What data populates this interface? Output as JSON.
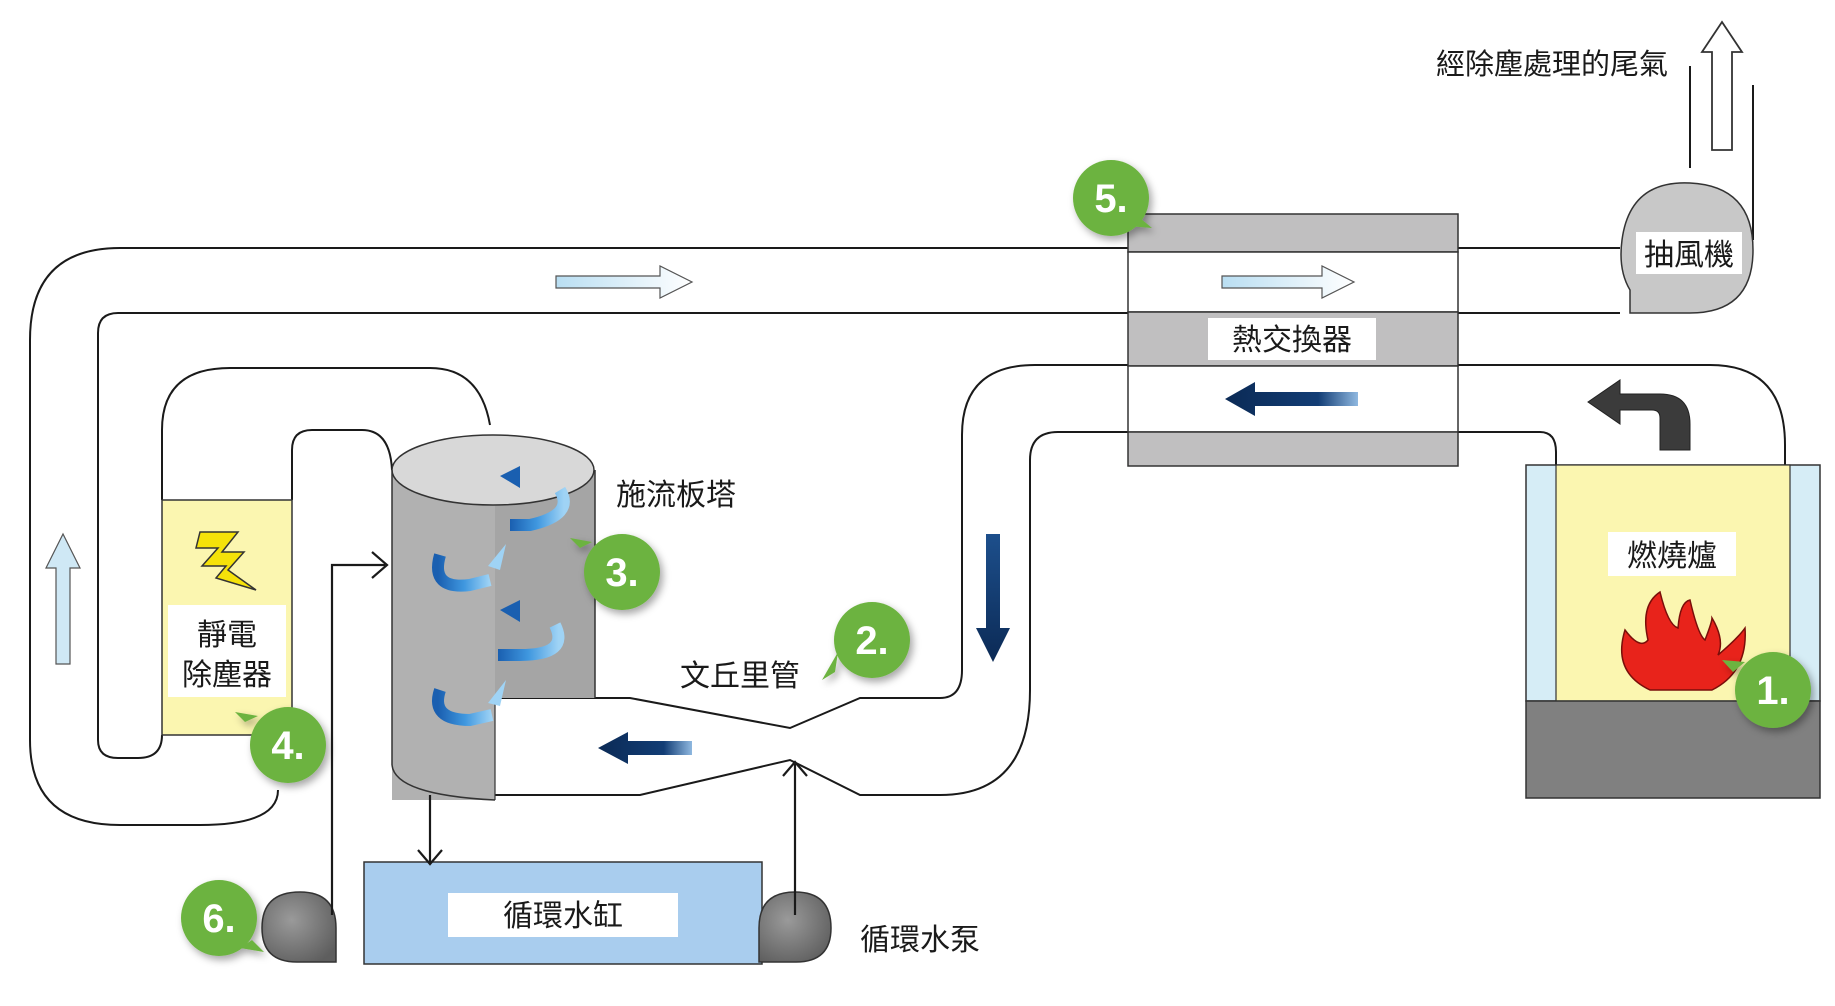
{
  "labels": {
    "exhaust": "經除塵處理的尾氣",
    "fan": "抽風機",
    "heat_exchanger": "熱交換器",
    "furnace": "燃燒爐",
    "plate_tower": "施流板塔",
    "venturi": "文丘里管",
    "esp_line1": "靜電",
    "esp_line2": "除塵器",
    "tank": "循環水缸",
    "pump": "循環水泵"
  },
  "badges": [
    "1.",
    "2.",
    "3.",
    "4.",
    "5.",
    "6."
  ],
  "colors": {
    "badge_green": "#6cb33f",
    "esp_yellow": "#fbf6b0",
    "furnace_yellow": "#fbf6b0",
    "furnace_side_blue": "#d6edf6",
    "base_gray": "#808080",
    "hx_gray": "#c0bfc0",
    "tank_blue": "#a9cdee",
    "dark_navy": "#0b2a55",
    "light_blue": "#cfe8f5",
    "flame_red": "#e8231b",
    "bolt_yellow": "#f5e20a"
  },
  "icons": [
    "lightning-icon",
    "flame-icon",
    "swirl-arrow-icon",
    "flow-arrow-icon",
    "exhaust-up-arrow-icon"
  ]
}
